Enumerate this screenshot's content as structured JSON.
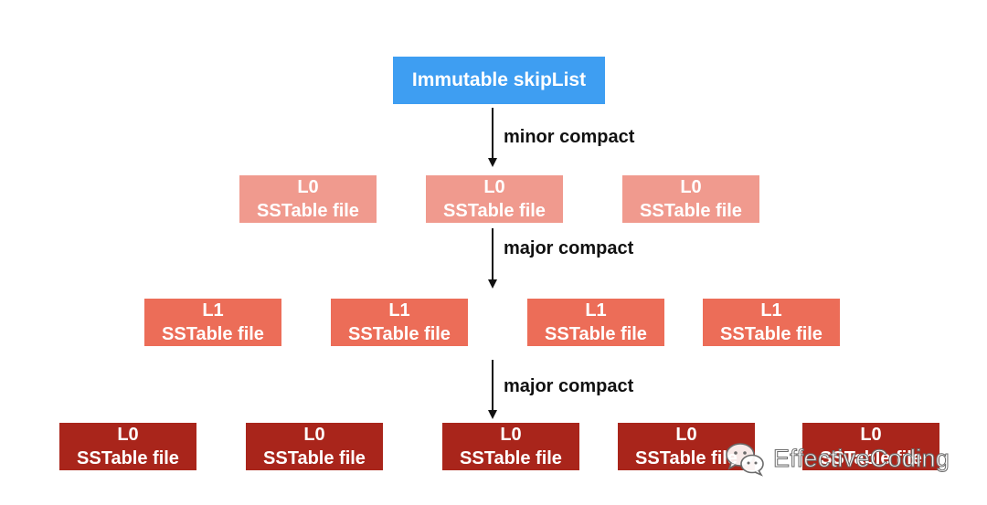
{
  "colors": {
    "skiplist": "#3e9ef2",
    "level0": "#f09a8e",
    "level1": "#ec6d58",
    "level2": "#a9251b",
    "arrow": "#111111"
  },
  "top_node": {
    "label": "Immutable skipList"
  },
  "arrows": [
    {
      "label": "minor compact"
    },
    {
      "label": "major compact"
    },
    {
      "label": "major compact"
    }
  ],
  "rows": [
    {
      "items": [
        {
          "level": "L0",
          "file": "SSTable file"
        },
        {
          "level": "L0",
          "file": "SSTable file"
        },
        {
          "level": "L0",
          "file": "SSTable file"
        }
      ]
    },
    {
      "items": [
        {
          "level": "L1",
          "file": "SSTable file"
        },
        {
          "level": "L1",
          "file": "SSTable file"
        },
        {
          "level": "L1",
          "file": "SSTable file"
        },
        {
          "level": "L1",
          "file": "SSTable file"
        }
      ]
    },
    {
      "items": [
        {
          "level": "L0",
          "file": "SSTable file"
        },
        {
          "level": "L0",
          "file": "SSTable file"
        },
        {
          "level": "L0",
          "file": "SSTable file"
        },
        {
          "level": "L0",
          "file": "SSTable file"
        },
        {
          "level": "L0",
          "file": "SSTable file"
        }
      ]
    }
  ],
  "watermark": {
    "text": "EffectiveCoding",
    "icon": "wechat-icon"
  }
}
